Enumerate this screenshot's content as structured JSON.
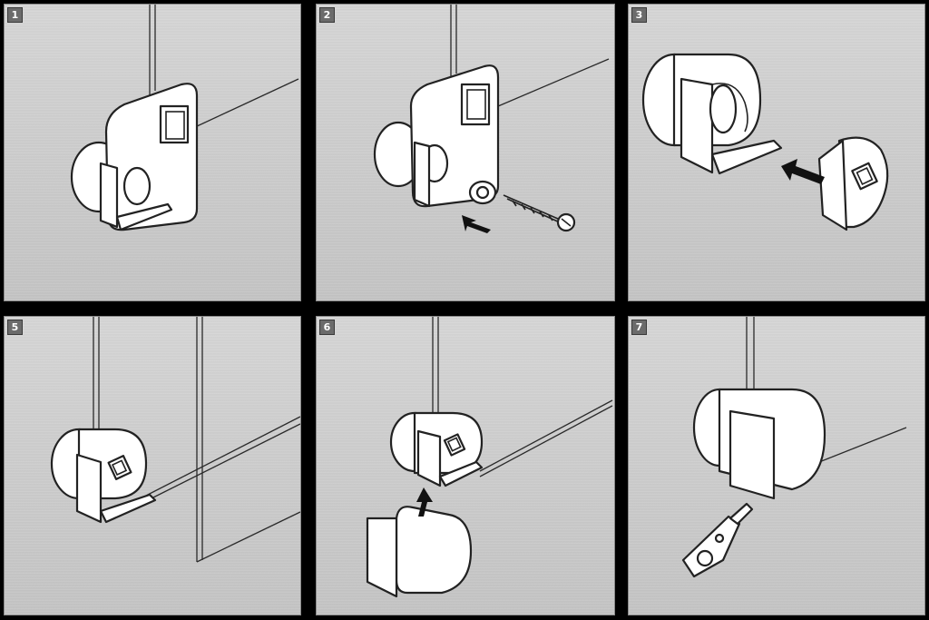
{
  "steps": [
    {
      "label": "1"
    },
    {
      "label": "2"
    },
    {
      "label": "3"
    },
    {
      "label": "5"
    },
    {
      "label": "6"
    },
    {
      "label": "7"
    }
  ],
  "colors": {
    "background": "#000000",
    "panel": "#cfcfcf",
    "badge": "#6b6b6b",
    "line": "#222222"
  }
}
